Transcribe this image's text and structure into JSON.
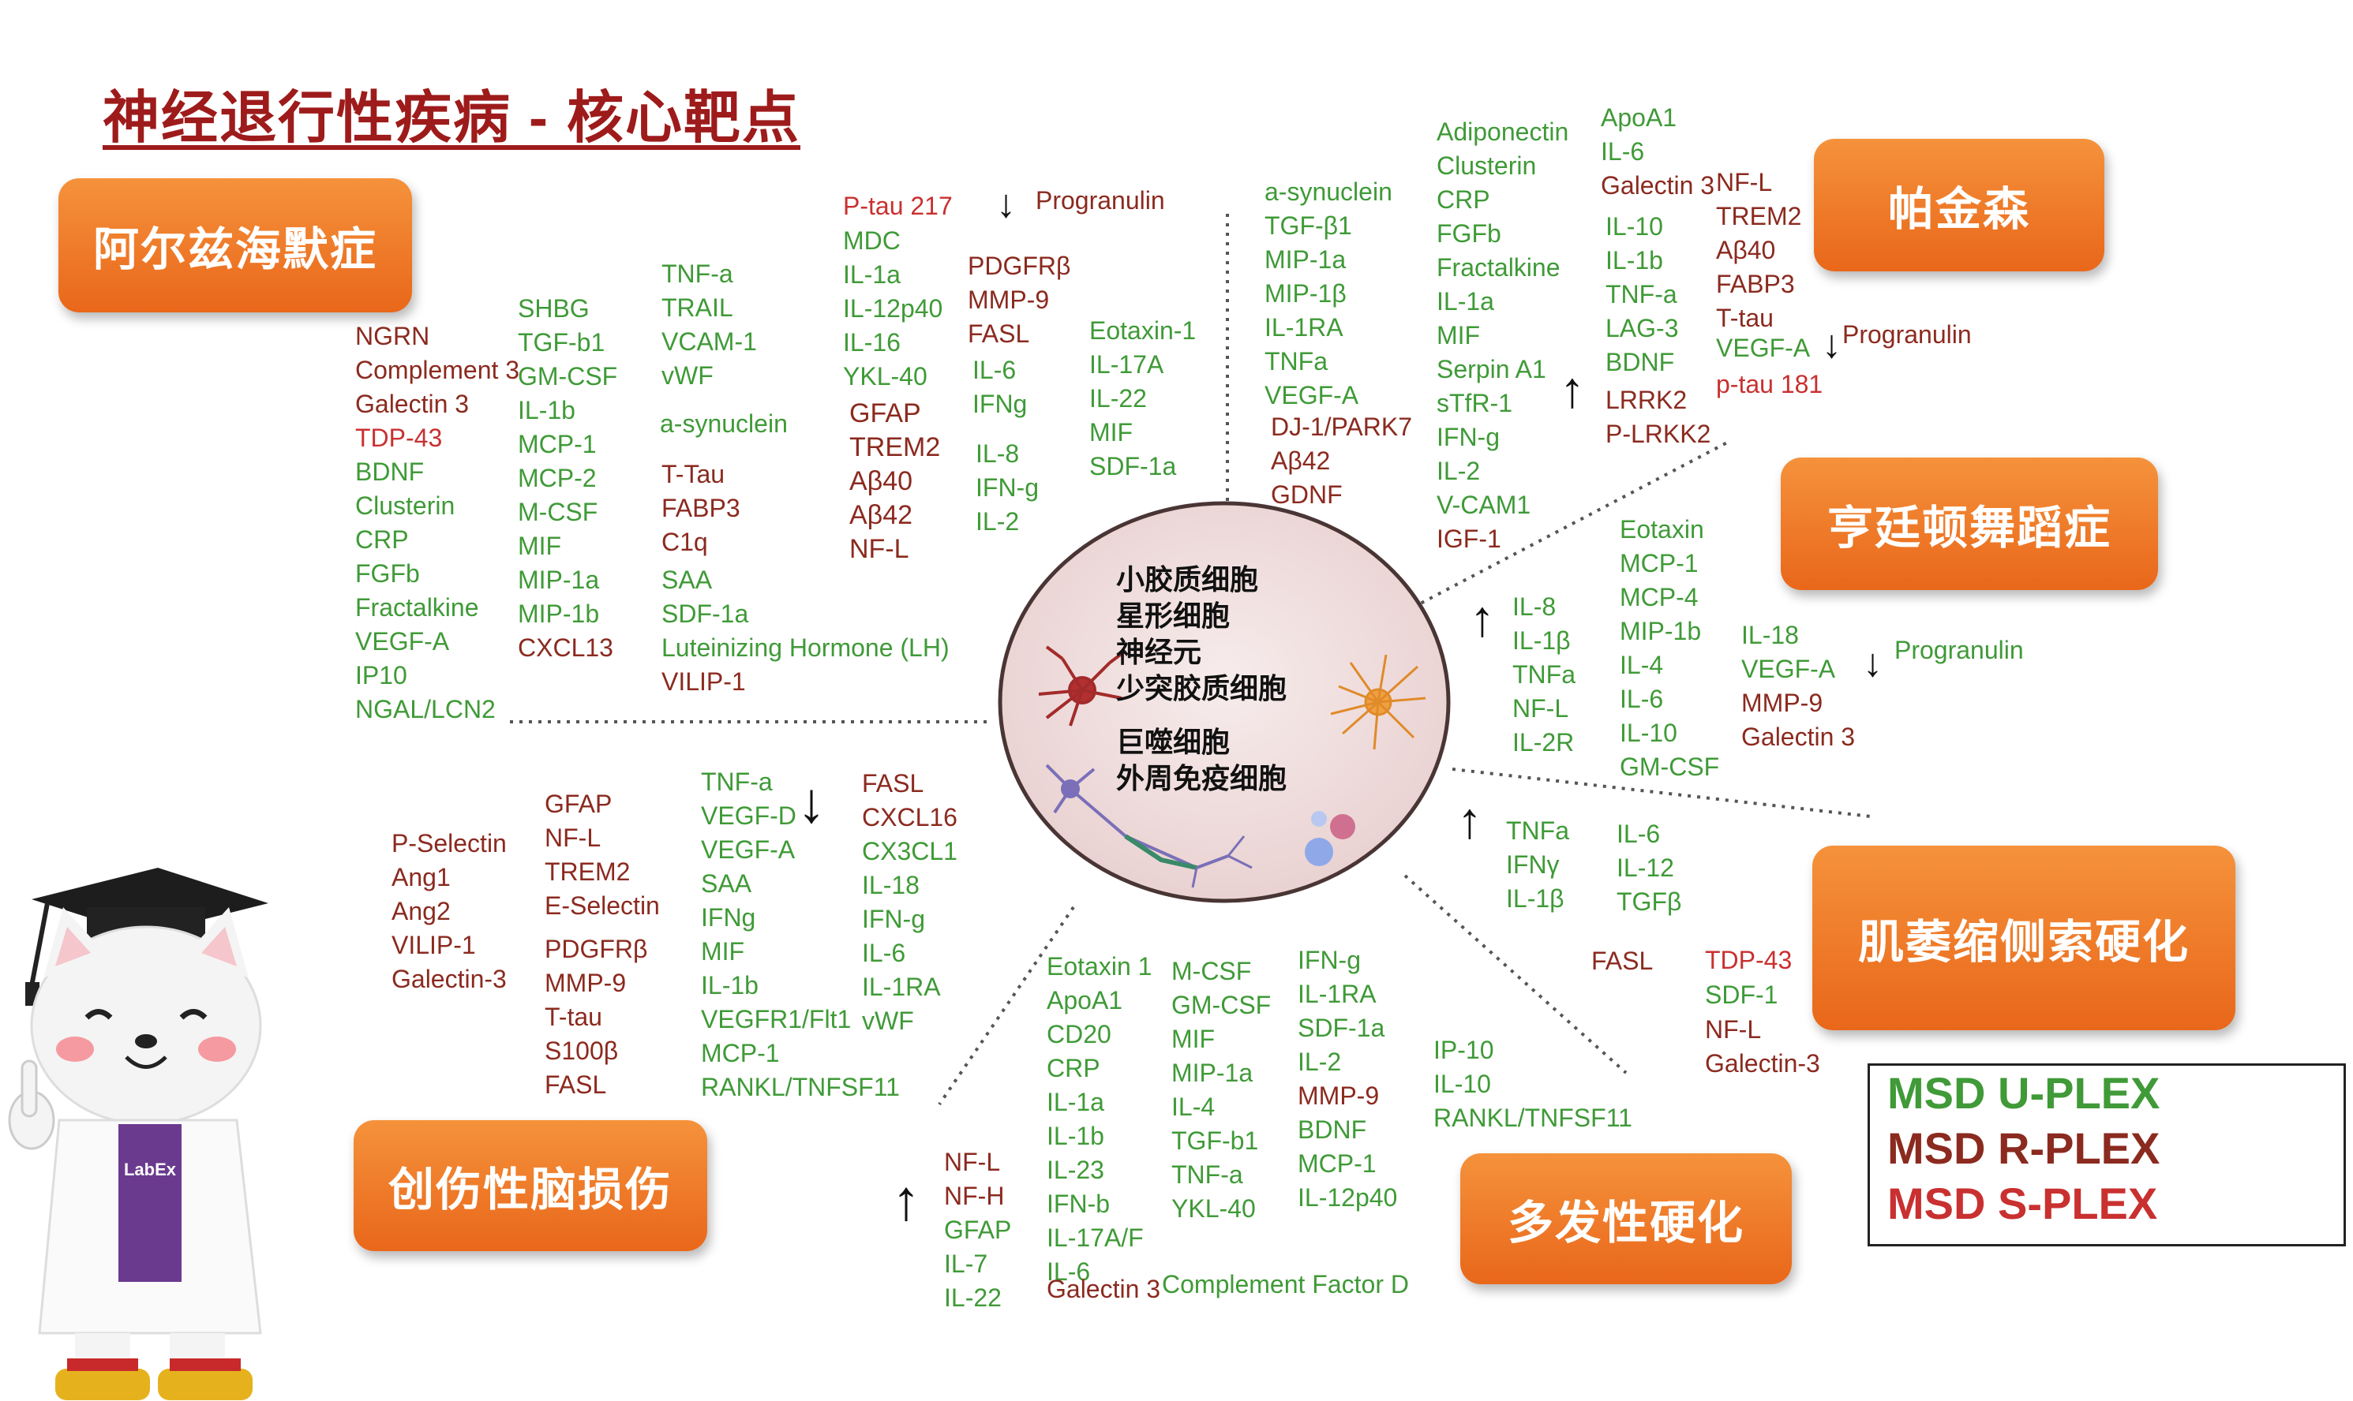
{
  "title": "神经退行性疾病 - 核心靶点",
  "diseases": {
    "alzheimers": "阿尔兹海默症",
    "parkinsons": "帕金森",
    "huntington": "亨廷顿舞蹈症",
    "als": "肌萎缩侧索硬化",
    "ms": "多发性硬化",
    "tbi": "创伤性脑损伤"
  },
  "center": {
    "line1": "小胶质细胞",
    "line2": "星形细胞",
    "line3": "神经元",
    "line4": "少突胶质细胞",
    "line5": "巨噬细胞",
    "line6": "外周免疫细胞"
  },
  "legend": {
    "u_plex": "MSD U-PLEX",
    "r_plex": "MSD R-PLEX",
    "s_plex": "MSD S-PLEX"
  },
  "mascot": {
    "badge": "LabEx"
  },
  "colors": {
    "u_plex": "#3f9a37",
    "r_plex": "#8b2a1f",
    "s_plex": "#c93030",
    "box_orange": "#ee7a26",
    "title_red": "#9e1b1b"
  },
  "markers": {
    "ad_col1": [
      "NGRN",
      "Complement 3",
      "Galectin 3",
      "TDP-43",
      "BDNF",
      "Clusterin",
      "CRP",
      "FGFb",
      "Fractalkine",
      "VEGF-A",
      "IP10",
      "NGAL/LCN2"
    ],
    "ad_col2": [
      "SHBG",
      "TGF-b1",
      "GM-CSF",
      "IL-1b",
      "MCP-1",
      "MCP-2",
      "M-CSF",
      "MIF",
      "MIP-1a",
      "MIP-1b",
      "CXCL13"
    ],
    "ad_col3a": [
      "TNF-a",
      "TRAIL",
      "VCAM-1",
      "vWF"
    ],
    "ad_col3b": [
      "a-synuclein"
    ],
    "ad_col3c": [
      "T-Tau",
      "FABP3",
      "C1q"
    ],
    "ad_col3d": [
      "SAA",
      "SDF-1a",
      "Luteinizing Hormone (LH)",
      "VILIP-1"
    ],
    "ad_col4a": [
      "P-tau 217"
    ],
    "ad_col4b": [
      "MDC",
      "IL-1a",
      "IL-12p40",
      "IL-16",
      "YKL-40"
    ],
    "ad_col4c": [
      "GFAP",
      "TREM2",
      "Aβ40",
      "Aβ42",
      "NF-L"
    ],
    "ad_progranulin": "Progranulin",
    "ad_col5a": [
      "PDGFRβ",
      "MMP-9",
      "FASL"
    ],
    "ad_col5b": [
      "IL-6",
      "IFNg"
    ],
    "ad_col5c": [
      "IL-8",
      "IFN-g",
      "IL-2"
    ],
    "ad_col6": [
      "Eotaxin-1",
      "IL-17A",
      "IL-22",
      "MIF",
      "SDF-1a"
    ],
    "pd_col1a": [
      "a-synuclein",
      "TGF-β1",
      "MIP-1a",
      "MIP-1β",
      "IL-1RA",
      "TNFa",
      "VEGF-A"
    ],
    "pd_col1b": [
      "DJ-1/PARK7",
      "Aβ42",
      "GDNF"
    ],
    "pd_col2": [
      "Adiponectin",
      "Clusterin",
      "CRP",
      "FGFb",
      "Fractalkine",
      "IL-1a",
      "MIF",
      "Serpin A1",
      "sTfR-1",
      "IFN-g",
      "IL-2",
      "V-CAM1",
      "IGF-1"
    ],
    "pd_col3a": [
      "ApoA1",
      "IL-6"
    ],
    "pd_col3b": [
      "Galectin 3"
    ],
    "pd_col3c": [
      "IL-10",
      "IL-1b",
      "TNF-a",
      "LAG-3",
      "BDNF"
    ],
    "pd_col3d": [
      "LRRK2",
      "P-LRKK2"
    ],
    "pd_col4": [
      "NF-L",
      "TREM2",
      "Aβ40",
      "FABP3",
      "T-tau"
    ],
    "pd_col4b": [
      "VEGF-A"
    ],
    "pd_col4c": [
      "p-tau 181"
    ],
    "pd_progranulin": "Progranulin",
    "hd_col1": [
      "IL-8",
      "IL-1β",
      "TNFa",
      "NF-L",
      "IL-2R"
    ],
    "hd_col2": [
      "Eotaxin",
      "MCP-1",
      "MCP-4",
      "MIP-1b",
      "IL-4",
      "IL-6",
      "IL-10",
      "GM-CSF"
    ],
    "hd_col3a": [
      "IL-18",
      "VEGF-A"
    ],
    "hd_col3b": [
      "MMP-9",
      "Galectin 3"
    ],
    "hd_progranulin": "Progranulin",
    "als_col1": [
      "TNFa",
      "IFNγ",
      "IL-1β"
    ],
    "als_col2": [
      "IL-6",
      "IL-12",
      "TGFβ"
    ],
    "als_fasl": "FASL",
    "als_col3a": [
      "TDP-43"
    ],
    "als_col3b": [
      "SDF-1"
    ],
    "als_col3c": [
      "NF-L",
      "Galectin-3"
    ],
    "ms_col1": [
      "IP-10",
      "IL-10",
      "RANKL/TNFSF11"
    ],
    "ms_col2a": [
      "IFN-g",
      "IL-1RA",
      "SDF-1a",
      "IL-2"
    ],
    "ms_col2b": [
      "MMP-9",
      "BDNF"
    ],
    "ms_col2c": [
      "MCP-1",
      "IL-12p40"
    ],
    "ms_col3": [
      "M-CSF",
      "GM-CSF",
      "MIF",
      "MIP-1a",
      "IL-4",
      "TGF-b1",
      "TNF-a",
      "YKL-40"
    ],
    "ms_complement": "Complement Factor D",
    "ms_col4": [
      "Eotaxin 1",
      "ApoA1",
      "CD20",
      "CRP",
      "IL-1a",
      "IL-1b",
      "IL-23",
      "IFN-b",
      "IL-17A/F",
      "IL-6"
    ],
    "ms_galectin": "Galectin 3",
    "ms_col5a": [
      "NF-L",
      "NF-H"
    ],
    "ms_col5b": [
      "GFAP",
      "IL-7",
      "IL-22"
    ],
    "tbi_col1": [
      "P-Selectin",
      "Ang1",
      "Ang2",
      "VILIP-1",
      "Galectin-3"
    ],
    "tbi_col2": [
      "GFAP",
      "NF-L",
      "TREM2",
      "E-Selectin"
    ],
    "tbi_col2b": [
      "PDGFRβ",
      "MMP-9",
      "T-tau",
      "S100β",
      "FASL"
    ],
    "tbi_col3": [
      "TNF-a",
      "VEGF-D",
      "VEGF-A",
      "SAA",
      "IFNg",
      "MIF",
      "IL-1b",
      "VEGFR1/Flt1",
      "MCP-1",
      "RANKL/TNFSF11"
    ],
    "tbi_col4a": [
      "FASL",
      "CXCL16"
    ],
    "tbi_col4b": [
      "CX3CL1",
      "IL-18",
      "IFN-g",
      "IL-6",
      "IL-1RA",
      "vWF"
    ]
  }
}
